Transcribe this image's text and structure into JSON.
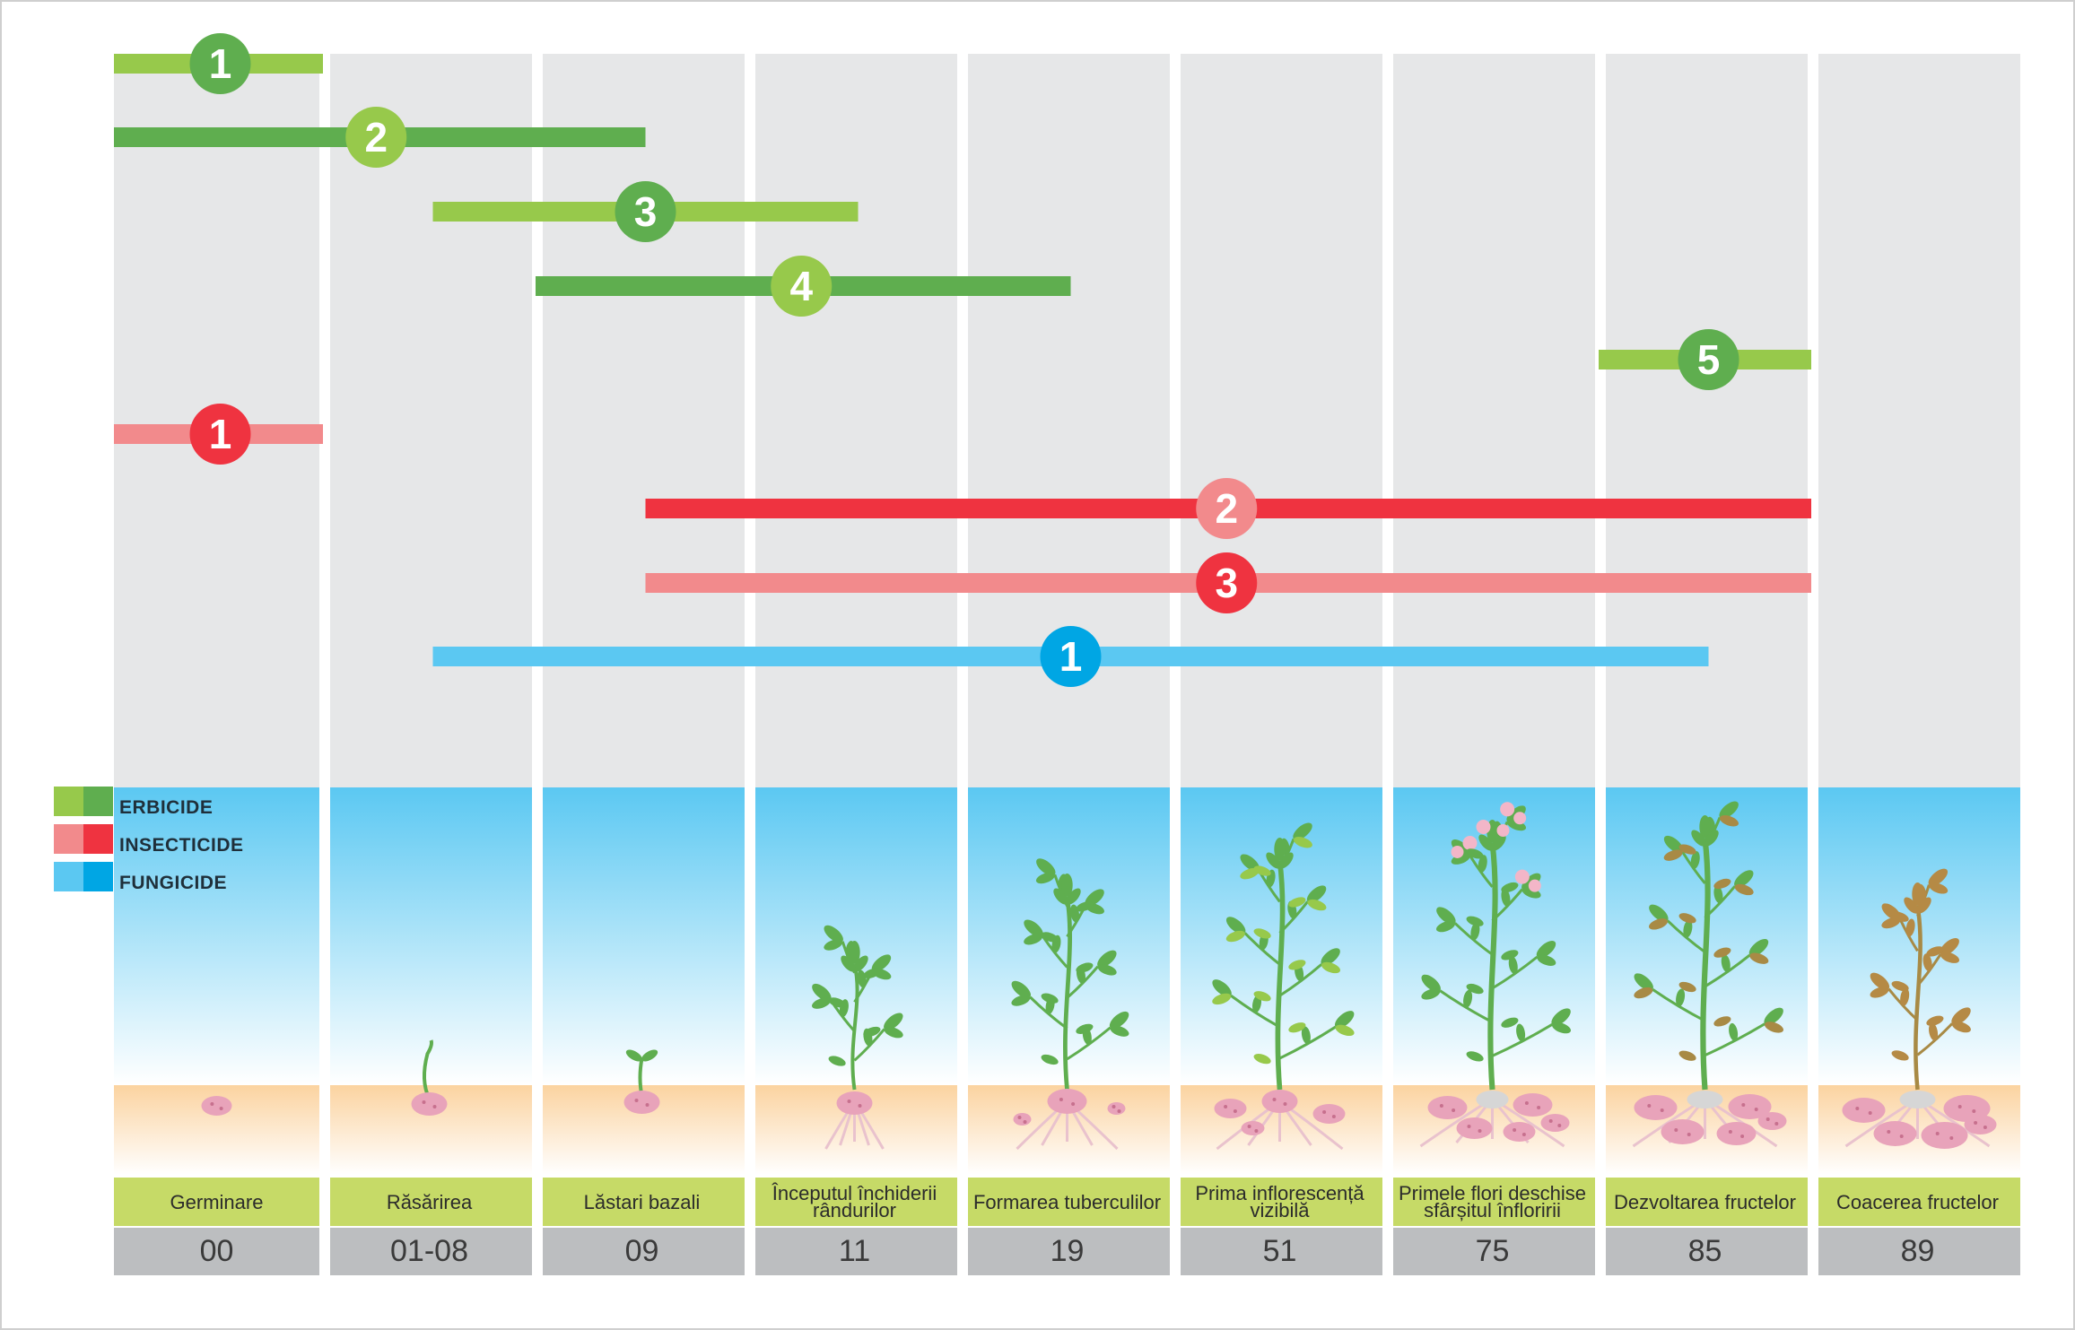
{
  "legend": [
    {
      "label": "ERBICIDE",
      "colors": [
        "#97c94b",
        "#5fae4f"
      ]
    },
    {
      "label": "INSECTICIDE",
      "colors": [
        "#f28a8c",
        "#ef3340"
      ]
    },
    {
      "label": "FUNGICIDE",
      "colors": [
        "#5bc8f2",
        "#00a6e4"
      ]
    }
  ],
  "stages": [
    {
      "label": "Germinare",
      "code": "00"
    },
    {
      "label": "Răsărirea",
      "code": "01-08"
    },
    {
      "label": "Lăstari bazali",
      "code": "09"
    },
    {
      "label": "Începutul închiderii rândurilor",
      "code": "11"
    },
    {
      "label": "Formarea tuberculilor",
      "code": "19"
    },
    {
      "label": "Prima inflorescență vizibilă",
      "code": "51"
    },
    {
      "label": "Primele flori deschise sfârșitul înfloririi",
      "code": "75"
    },
    {
      "label": "Dezvoltarea fructelor",
      "code": "85"
    },
    {
      "label": "Coacerea fructelor",
      "code": "89"
    }
  ],
  "treatments": [
    {
      "group": "ERBICIDE",
      "number": "1",
      "bar_color": "#97c94b",
      "badge_color": "#5fae4f"
    },
    {
      "group": "ERBICIDE",
      "number": "2",
      "bar_color": "#5fae4f",
      "badge_color": "#97c94b"
    },
    {
      "group": "ERBICIDE",
      "number": "3",
      "bar_color": "#97c94b",
      "badge_color": "#5fae4f"
    },
    {
      "group": "ERBICIDE",
      "number": "4",
      "bar_color": "#5fae4f",
      "badge_color": "#97c94b"
    },
    {
      "group": "ERBICIDE",
      "number": "5",
      "bar_color": "#97c94b",
      "badge_color": "#5fae4f"
    },
    {
      "group": "INSECTICIDE",
      "number": "1",
      "bar_color": "#f28a8c",
      "badge_color": "#ef3340"
    },
    {
      "group": "INSECTICIDE",
      "number": "2",
      "bar_color": "#ef3340",
      "badge_color": "#f28a8c"
    },
    {
      "group": "INSECTICIDE",
      "number": "3",
      "bar_color": "#f28a8c",
      "badge_color": "#ef3340"
    },
    {
      "group": "FUNGICIDE",
      "number": "1",
      "bar_color": "#5bc8f2",
      "badge_color": "#00a6e4"
    }
  ]
}
